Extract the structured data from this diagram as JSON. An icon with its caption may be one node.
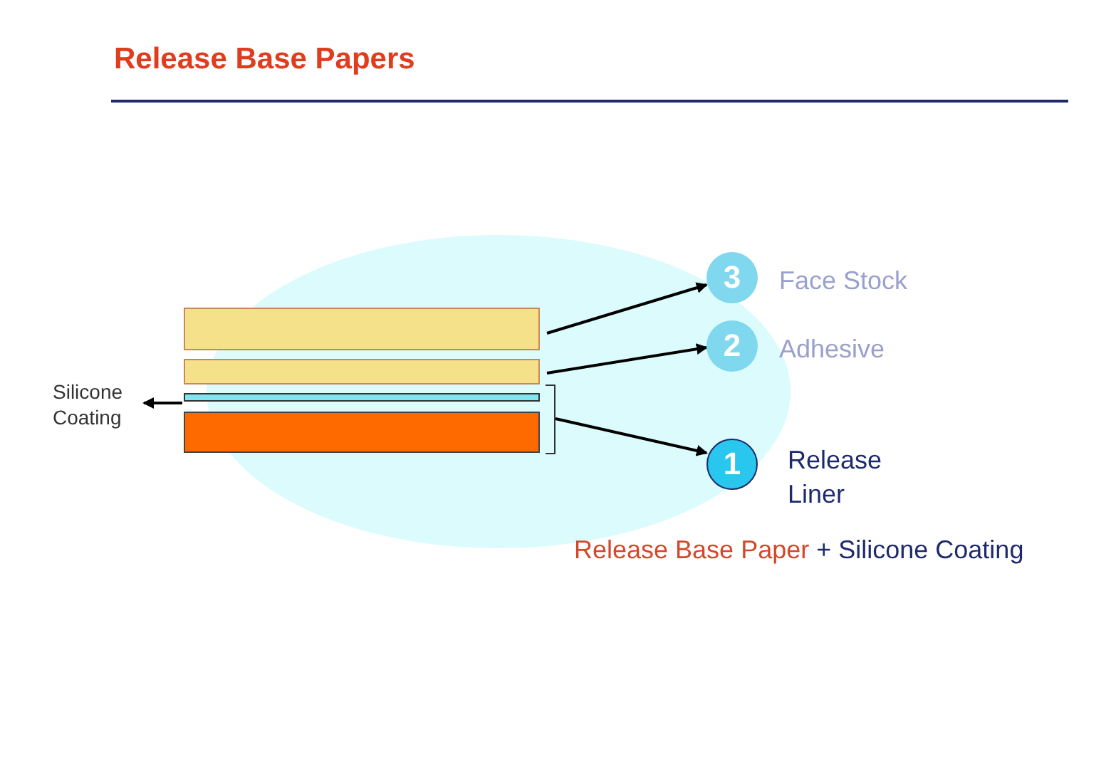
{
  "diagram": {
    "title": "Release Base Papers",
    "nodes": [
      {
        "text": [],
        "shape": "bar"
      },
      {
        "text": [],
        "shape": "bar"
      },
      {
        "text": [],
        "shape": "bar"
      },
      {
        "text": [],
        "shape": "bar"
      },
      {
        "text": [],
        "shape": "bracket"
      },
      {
        "text": [
          "Silicone Coating"
        ]
      },
      {
        "text": [
          "3"
        ],
        "beside": [
          "Face Stock"
        ]
      },
      {
        "text": [
          "2"
        ],
        "beside": [
          "Adhesive"
        ]
      },
      {
        "text": [
          "1"
        ],
        "beside": [
          "Release Liner"
        ]
      }
    ],
    "edges": [
      {
        "from": 0,
        "to": 6,
        "arrow": "to"
      },
      {
        "from": 1,
        "to": 7,
        "arrow": "to"
      },
      {
        "from": 4,
        "to": 8,
        "arrow": "to"
      },
      {
        "from": 2,
        "to": 5,
        "arrow": "to"
      }
    ],
    "labels": [
      "Release Base Paper",
      "+ Silicone Coating"
    ]
  }
}
